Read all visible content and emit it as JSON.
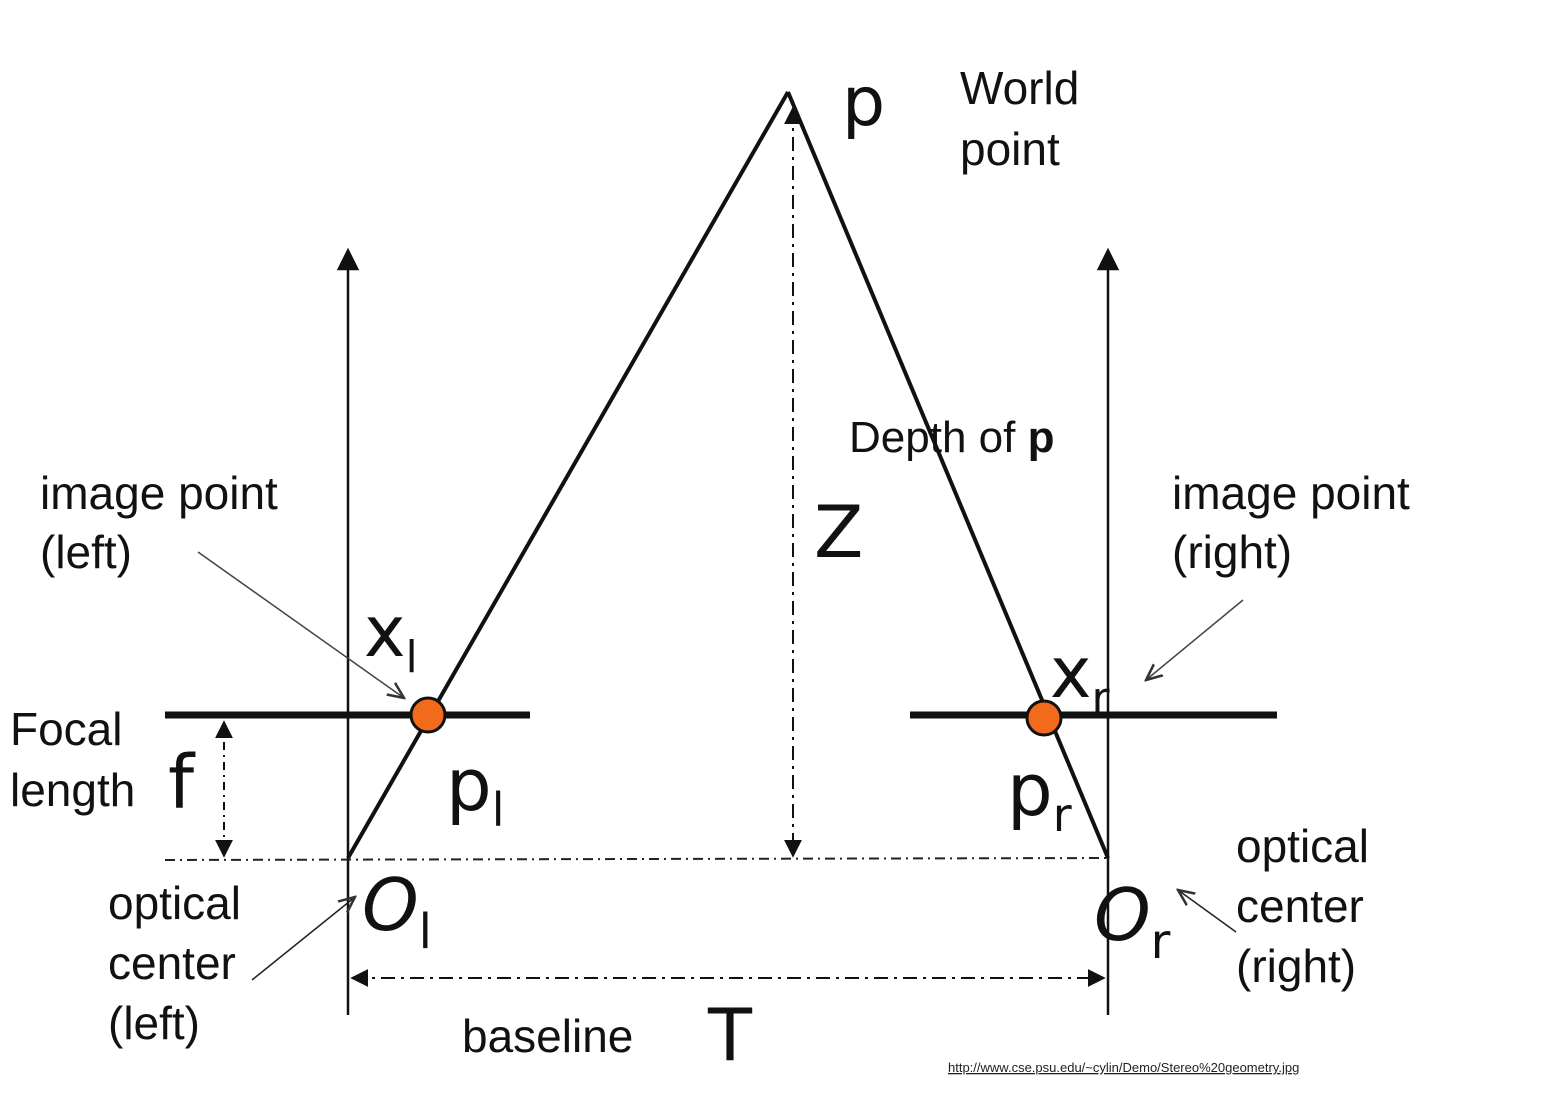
{
  "world_point": {
    "symbol": "p",
    "label_line1": "World",
    "label_line2": "point"
  },
  "depth": {
    "label_prefix": "Depth of ",
    "label_bold": "p",
    "symbol": "Z"
  },
  "left_image_point": {
    "label_line1": "image point",
    "label_line2": "(left)",
    "coord_symbol": "x",
    "coord_sub": "l",
    "point_symbol": "p",
    "point_sub": "l"
  },
  "right_image_point": {
    "label_line1": "image point",
    "label_line2": "(right)",
    "coord_symbol": "x",
    "coord_sub": "r",
    "point_symbol": "p",
    "point_sub": "r"
  },
  "focal_length": {
    "label_line1": "Focal",
    "label_line2": "length",
    "symbol": "f"
  },
  "left_optical_center": {
    "label_line1": "optical",
    "label_line2": "center",
    "label_line3": "(left)",
    "symbol": "O",
    "sub": "l"
  },
  "right_optical_center": {
    "label_line1": "optical",
    "label_line2": "center",
    "label_line3": "(right)",
    "symbol": "O",
    "sub": "r"
  },
  "baseline": {
    "label": "baseline",
    "symbol": "T"
  },
  "source_url": "http://www.cse.psu.edu/~cylin/Demo/Stereo%20geometry.jpg",
  "colors": {
    "line": "#111111",
    "image_point_fill": "#f26b1d"
  }
}
